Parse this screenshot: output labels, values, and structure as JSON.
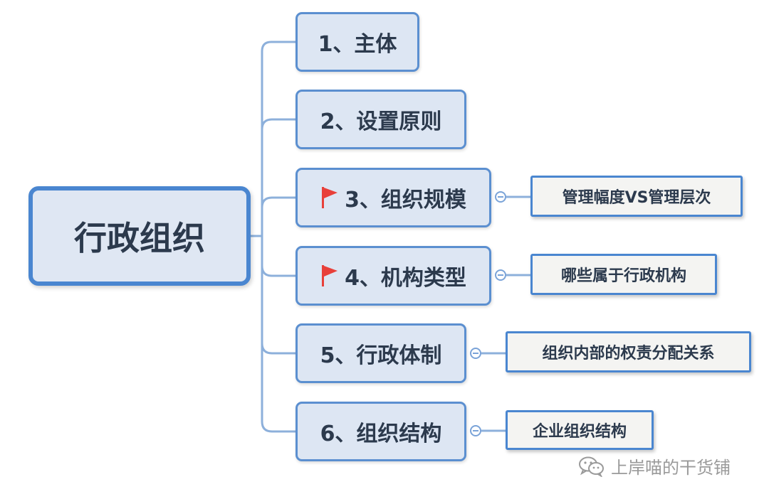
{
  "diagram": {
    "root": {
      "label": "行政组织"
    },
    "branches": [
      {
        "label": "1、主体",
        "flag": false
      },
      {
        "label": "2、设置原则",
        "flag": false
      },
      {
        "label": "3、组织规模",
        "flag": true
      },
      {
        "label": "4、机构类型",
        "flag": true
      },
      {
        "label": "5、行政体制",
        "flag": false
      },
      {
        "label": "6、组织结构",
        "flag": false
      }
    ],
    "leaves": [
      {
        "parent": 3,
        "label": "管理幅度VS管理层次"
      },
      {
        "parent": 4,
        "label": "哪些属于行政机构"
      },
      {
        "parent": 5,
        "label": "组织内部的权责分配关系"
      },
      {
        "parent": 6,
        "label": "企业组织结构"
      }
    ],
    "colors": {
      "connector": "#8db0db",
      "node_border": "#4a86d0",
      "node_fill": "#dde6f3",
      "flag": "#e8403a"
    }
  },
  "watermark": {
    "icon": "wechat-icon",
    "text": "上岸喵的干货铺"
  }
}
